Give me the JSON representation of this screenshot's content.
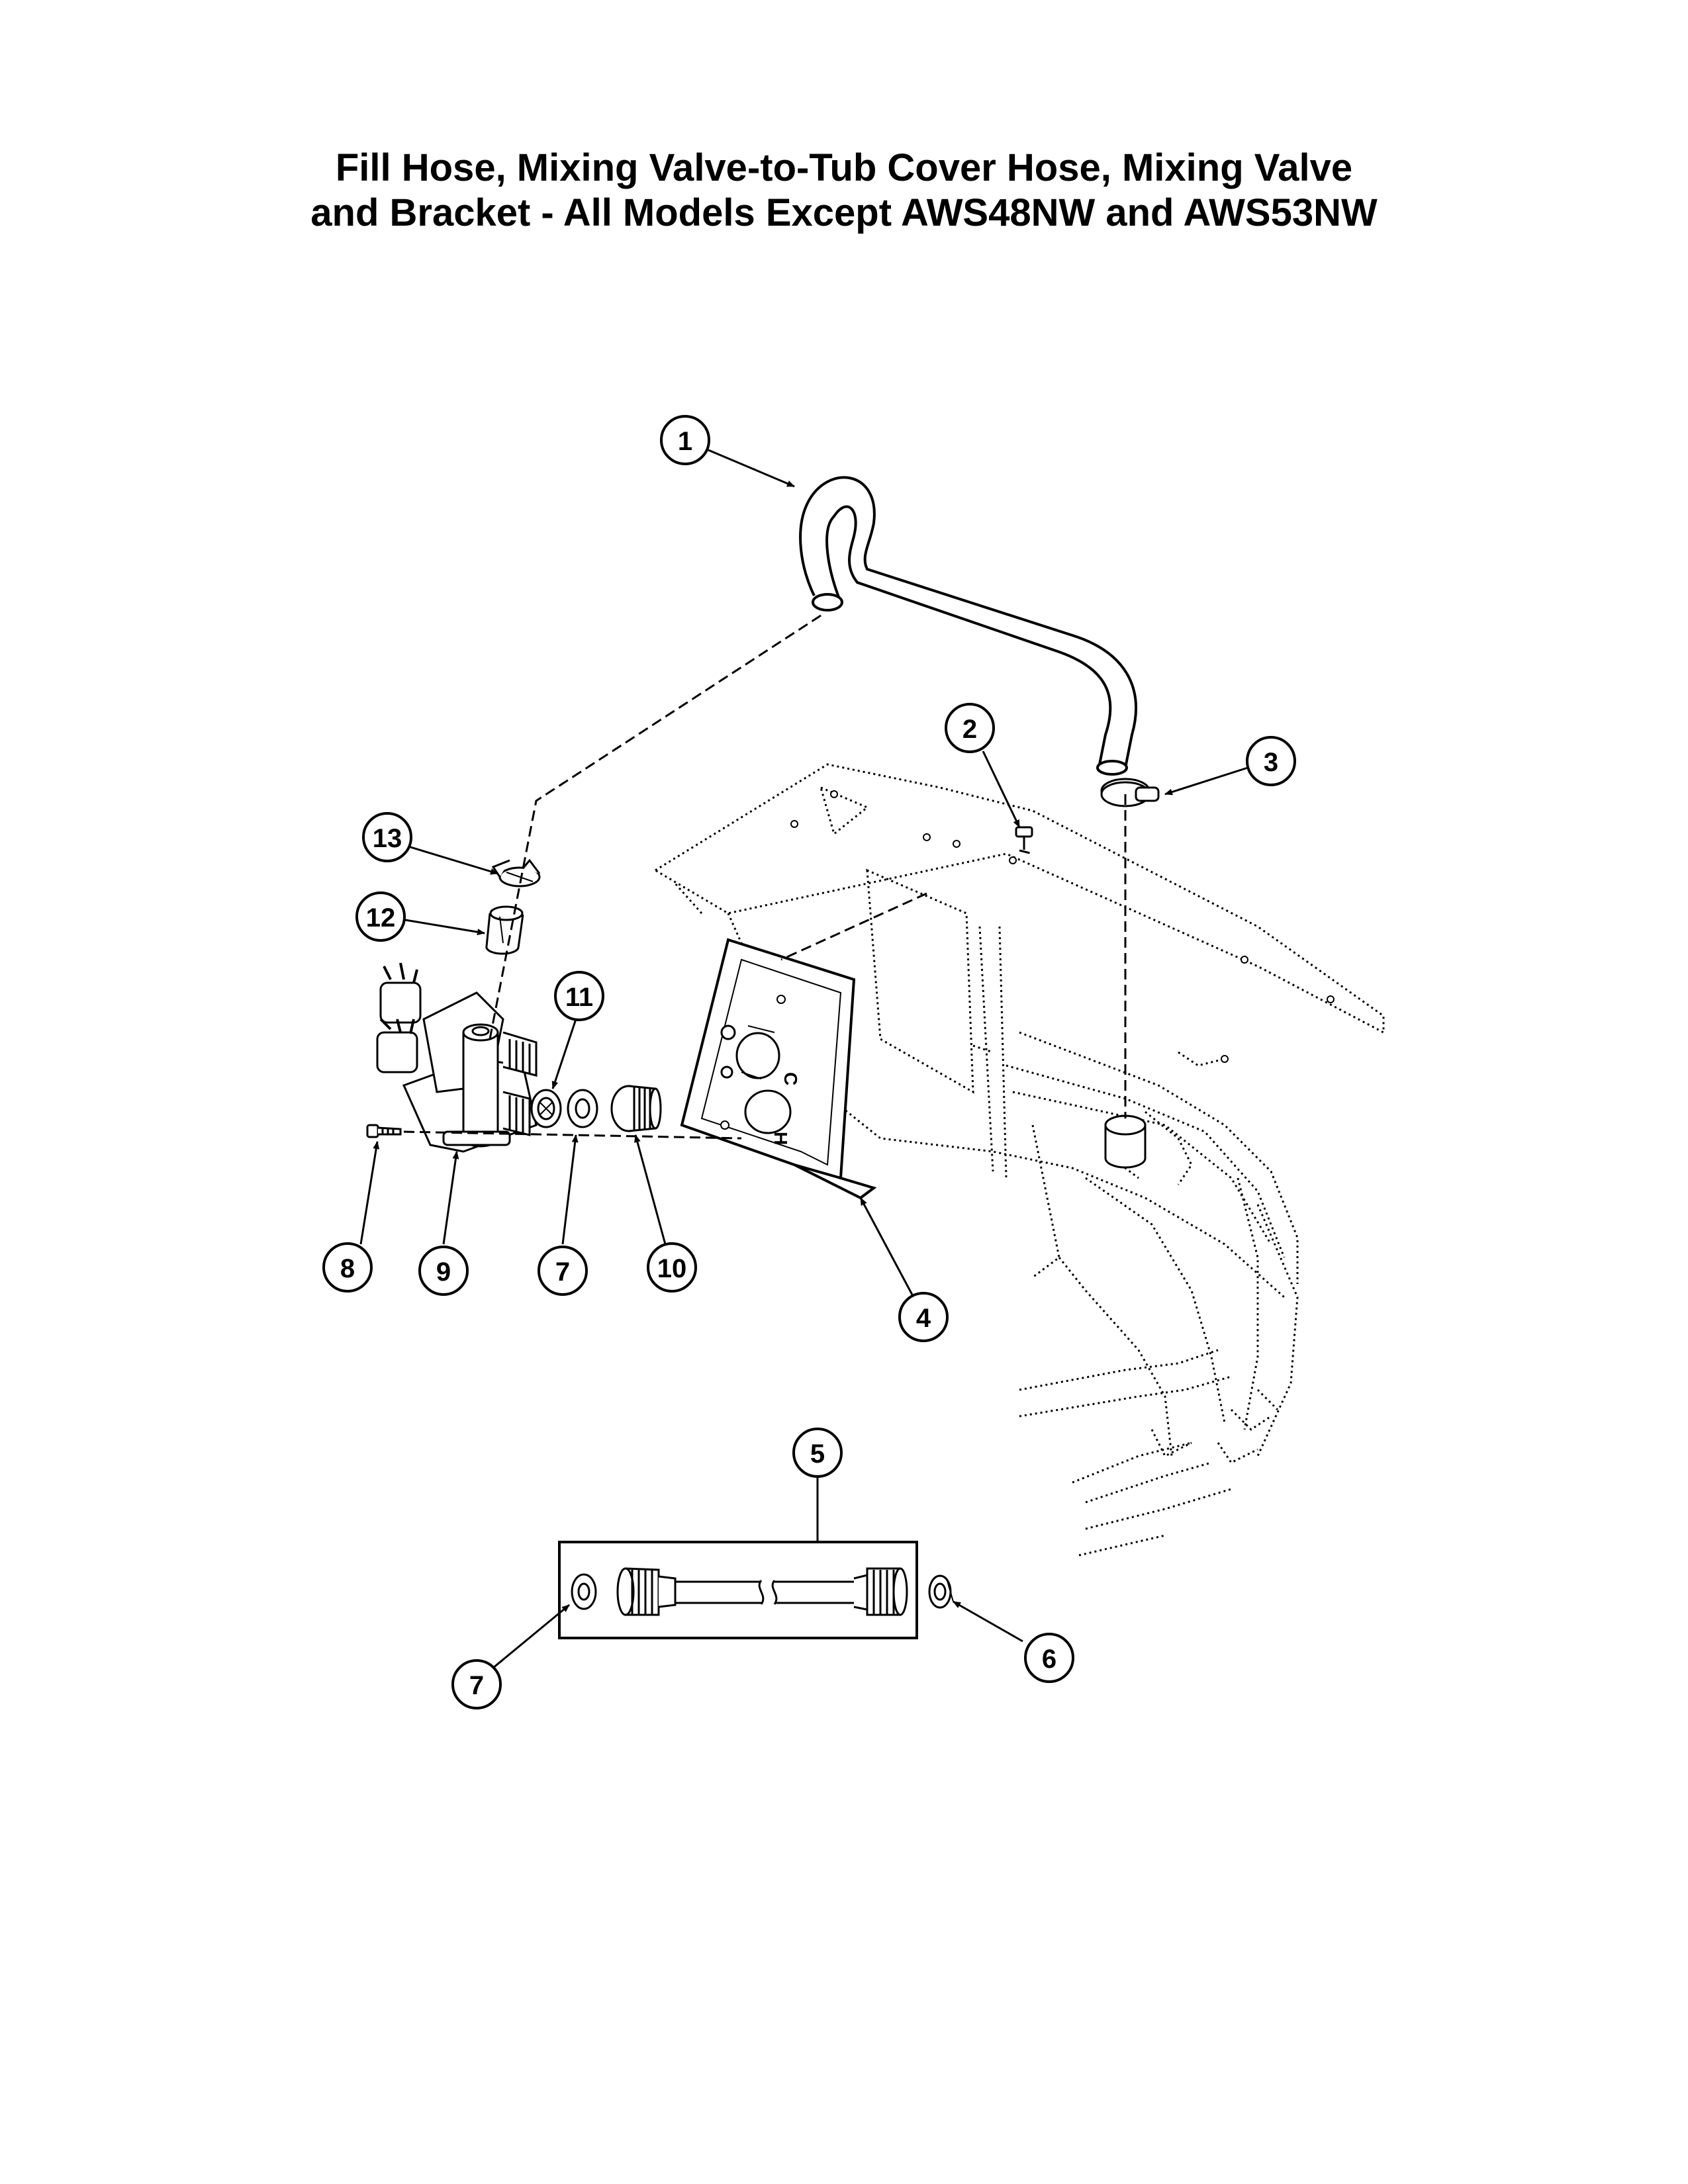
{
  "title": {
    "line1": "Fill Hose, Mixing Valve-to-Tub Cover Hose, Mixing Valve",
    "line2": "and Bracket - All Models Except AWS48NW and AWS53NW"
  },
  "bracket_letters": {
    "c": "C",
    "h": "H"
  },
  "callouts": {
    "c1": "1",
    "c2": "2",
    "c3": "3",
    "c4": "4",
    "c5": "5",
    "c6": "6",
    "c7a": "7",
    "c7b": "7",
    "c8": "8",
    "c9": "9",
    "c10": "10",
    "c11": "11",
    "c12": "12",
    "c13": "13"
  }
}
